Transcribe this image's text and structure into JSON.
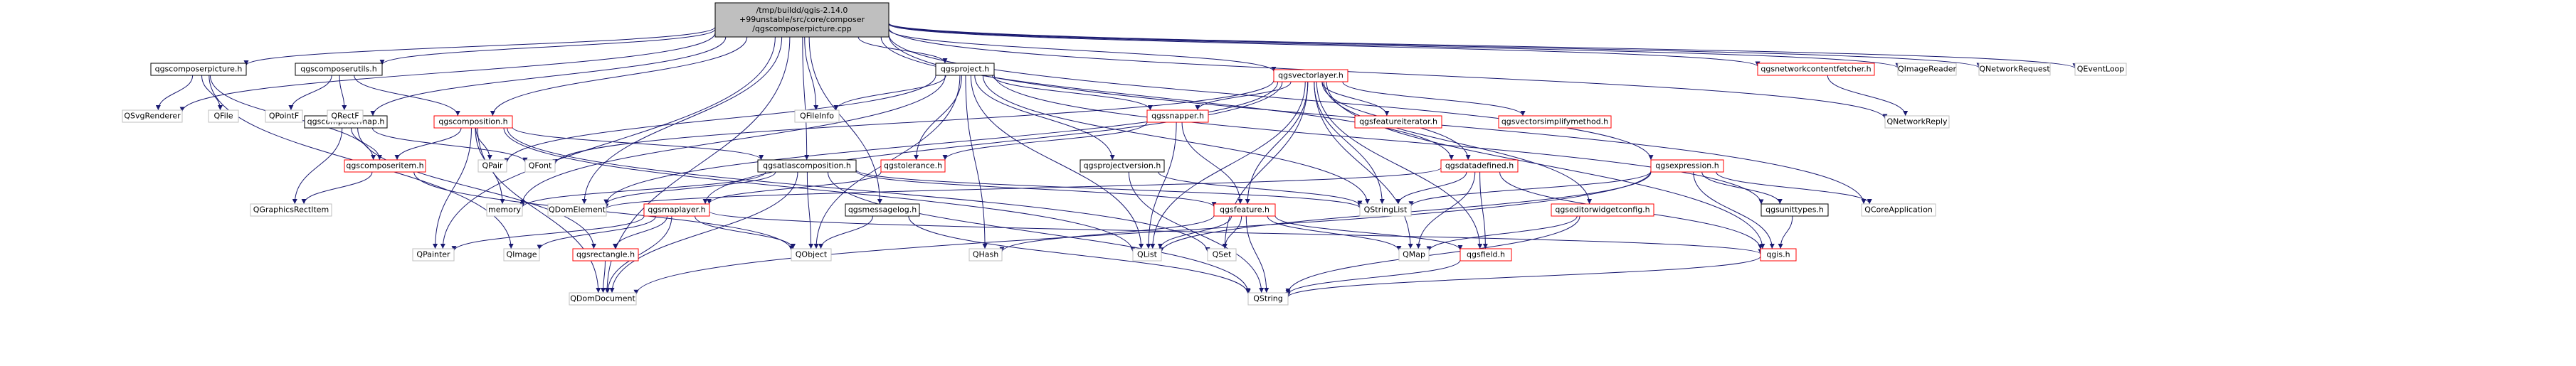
{
  "colors": {
    "root_fill": "#bfbfbf",
    "root_stroke": "#000000",
    "documented_stroke": "#ff0000",
    "undocumented_stroke": "#bfbfbf",
    "node_fill": "#ffffff",
    "edge": "#191970",
    "label": "#000000"
  },
  "nodes": [
    {
      "id": "root",
      "label": "/tmp/buildd/qgis-2.14.0\n+99unstable/src/core/composer\n/qgscomposerpicture.cpp",
      "kind": "root"
    },
    {
      "id": "qgscomposerpicture_h",
      "label": "qgscomposerpicture.h",
      "kind": "header"
    },
    {
      "id": "qgscomposerutils_h",
      "label": "qgscomposerutils.h",
      "kind": "header"
    },
    {
      "id": "qgscomposermap_h",
      "label": "qgscomposermap.h",
      "kind": "header"
    },
    {
      "id": "qgscomposition_h",
      "label": "qgscomposition.h",
      "kind": "documented"
    },
    {
      "id": "qgsproject_h",
      "label": "qgsproject.h",
      "kind": "header"
    },
    {
      "id": "qgsvectorlayer_h",
      "label": "qgsvectorlayer.h",
      "kind": "documented"
    },
    {
      "id": "qgsnetworkcontentfetcher_h",
      "label": "qgsnetworkcontentfetcher.h",
      "kind": "documented"
    },
    {
      "id": "QImageReader",
      "label": "QImageReader",
      "kind": "system"
    },
    {
      "id": "QNetworkRequest",
      "label": "QNetworkRequest",
      "kind": "system"
    },
    {
      "id": "QEventLoop",
      "label": "QEventLoop",
      "kind": "system"
    },
    {
      "id": "QSvgRenderer",
      "label": "QSvgRenderer",
      "kind": "system"
    },
    {
      "id": "QFile",
      "label": "QFile",
      "kind": "system"
    },
    {
      "id": "QPointF",
      "label": "QPointF",
      "kind": "system"
    },
    {
      "id": "QRectF",
      "label": "QRectF",
      "kind": "system"
    },
    {
      "id": "QFileInfo",
      "label": "QFileInfo",
      "kind": "system"
    },
    {
      "id": "QNetworkReply",
      "label": "QNetworkReply",
      "kind": "system"
    },
    {
      "id": "qgscomposeritem_h",
      "label": "qgscomposeritem.h",
      "kind": "documented"
    },
    {
      "id": "QPair",
      "label": "QPair",
      "kind": "system"
    },
    {
      "id": "QFont",
      "label": "QFont",
      "kind": "system"
    },
    {
      "id": "qgsatlascomposition_h",
      "label": "qgsatlascomposition.h",
      "kind": "header"
    },
    {
      "id": "qgssnapper_h",
      "label": "qgssnapper.h",
      "kind": "documented"
    },
    {
      "id": "qgsfeatureiterator_h",
      "label": "qgsfeatureiterator.h",
      "kind": "documented"
    },
    {
      "id": "qgsvectorsimplifymethod_h",
      "label": "qgsvectorsimplifymethod.h",
      "kind": "documented"
    },
    {
      "id": "qgsexpression_h",
      "label": "qgsexpression.h",
      "kind": "documented"
    },
    {
      "id": "QCoreApplication",
      "label": "QCoreApplication",
      "kind": "system"
    },
    {
      "id": "QGraphicsRectItem",
      "label": "QGraphicsRectItem",
      "kind": "system"
    },
    {
      "id": "memory",
      "label": "memory",
      "kind": "system"
    },
    {
      "id": "QDomElement",
      "label": "QDomElement",
      "kind": "system"
    },
    {
      "id": "qgstolerance_h",
      "label": "qgstolerance.h",
      "kind": "documented"
    },
    {
      "id": "qgsprojectversion_h",
      "label": "qgsprojectversion.h",
      "kind": "header"
    },
    {
      "id": "qgsdatadefined_h",
      "label": "qgsdatadefined.h",
      "kind": "documented"
    },
    {
      "id": "QStringList",
      "label": "QStringList",
      "kind": "system"
    },
    {
      "id": "qgsmaplayer_h",
      "label": "qgsmaplayer.h",
      "kind": "documented"
    },
    {
      "id": "qgsmessagelog_h",
      "label": "qgsmessagelog.h",
      "kind": "header"
    },
    {
      "id": "qgsfeature_h",
      "label": "qgsfeature.h",
      "kind": "documented"
    },
    {
      "id": "qgseditorwidgetconfig_h",
      "label": "qgseditorwidgetconfig.h",
      "kind": "documented"
    },
    {
      "id": "qgsunittypes_h",
      "label": "qgsunittypes.h",
      "kind": "header"
    },
    {
      "id": "QPainter",
      "label": "QPainter",
      "kind": "system"
    },
    {
      "id": "QImage",
      "label": "QImage",
      "kind": "system"
    },
    {
      "id": "qgsrectangle_h",
      "label": "qgsrectangle.h",
      "kind": "documented"
    },
    {
      "id": "QObject",
      "label": "QObject",
      "kind": "system"
    },
    {
      "id": "QHash",
      "label": "QHash",
      "kind": "system"
    },
    {
      "id": "QList",
      "label": "QList",
      "kind": "system"
    },
    {
      "id": "QSet",
      "label": "QSet",
      "kind": "system"
    },
    {
      "id": "QMap",
      "label": "QMap",
      "kind": "system"
    },
    {
      "id": "qgsfield_h",
      "label": "qgsfield.h",
      "kind": "documented"
    },
    {
      "id": "qgis_h",
      "label": "qgis.h",
      "kind": "documented"
    },
    {
      "id": "QDomDocument",
      "label": "QDomDocument",
      "kind": "system"
    },
    {
      "id": "QString",
      "label": "QString",
      "kind": "system"
    }
  ],
  "edges": [
    [
      "root",
      "qgscomposerpicture_h"
    ],
    [
      "root",
      "qgscomposerutils_h"
    ],
    [
      "root",
      "qgscomposermap_h"
    ],
    [
      "root",
      "qgscomposition_h"
    ],
    [
      "root",
      "qgsproject_h"
    ],
    [
      "root",
      "qgsvectorlayer_h"
    ],
    [
      "root",
      "qgsnetworkcontentfetcher_h"
    ],
    [
      "root",
      "QImageReader"
    ],
    [
      "root",
      "QNetworkRequest"
    ],
    [
      "root",
      "QEventLoop"
    ],
    [
      "root",
      "QSvgRenderer"
    ],
    [
      "root",
      "QFileInfo"
    ],
    [
      "root",
      "QNetworkReply"
    ],
    [
      "root",
      "qgsatlascomposition_h"
    ],
    [
      "root",
      "qgsexpression_h"
    ],
    [
      "root",
      "qgsdatadefined_h"
    ],
    [
      "root",
      "qgsmessagelog_h"
    ],
    [
      "root",
      "QPainter"
    ],
    [
      "root",
      "QDomDocument"
    ],
    [
      "root",
      "QDomElement"
    ],
    [
      "root",
      "QCoreApplication"
    ],
    [
      "qgscomposerpicture_h",
      "QSvgRenderer"
    ],
    [
      "qgscomposerpicture_h",
      "QFile"
    ],
    [
      "qgscomposerpicture_h",
      "qgscomposeritem_h"
    ],
    [
      "qgscomposerpicture_h",
      "QImage"
    ],
    [
      "qgscomposerutils_h",
      "QPointF"
    ],
    [
      "qgscomposerutils_h",
      "QRectF"
    ],
    [
      "qgscomposerutils_h",
      "qgscomposition_h"
    ],
    [
      "qgscomposermap_h",
      "qgscomposeritem_h"
    ],
    [
      "qgscomposermap_h",
      "QFont"
    ],
    [
      "qgscomposermap_h",
      "QGraphicsRectItem"
    ],
    [
      "qgscomposermap_h",
      "qgsrectangle_h"
    ],
    [
      "qgscomposition_h",
      "qgscomposeritem_h"
    ],
    [
      "qgscomposition_h",
      "QPair"
    ],
    [
      "qgscomposition_h",
      "qgsatlascomposition_h"
    ],
    [
      "qgscomposition_h",
      "QDomDocument"
    ],
    [
      "qgscomposition_h",
      "QPainter"
    ],
    [
      "qgscomposition_h",
      "memory"
    ],
    [
      "qgscomposition_h",
      "QList"
    ],
    [
      "qgscomposition_h",
      "QSet"
    ],
    [
      "qgscomposeritem_h",
      "QGraphicsRectItem"
    ],
    [
      "qgscomposeritem_h",
      "QObject"
    ],
    [
      "qgsproject_h",
      "QFileInfo"
    ],
    [
      "qgsproject_h",
      "qgssnapper_h"
    ],
    [
      "qgsproject_h",
      "qgstolerance_h"
    ],
    [
      "qgsproject_h",
      "qgsprojectversion_h"
    ],
    [
      "qgsproject_h",
      "QHash"
    ],
    [
      "qgsproject_h",
      "QList"
    ],
    [
      "qgsproject_h",
      "QObject"
    ],
    [
      "qgsproject_h",
      "QPair"
    ],
    [
      "qgsproject_h",
      "QStringList"
    ],
    [
      "qgsproject_h",
      "qgsunittypes_h"
    ],
    [
      "qgsproject_h",
      "memory"
    ],
    [
      "qgsvectorlayer_h",
      "qgssnapper_h"
    ],
    [
      "qgsvectorlayer_h",
      "qgsfeatureiterator_h"
    ],
    [
      "qgsvectorlayer_h",
      "qgsvectorsimplifymethod_h"
    ],
    [
      "qgsvectorlayer_h",
      "qgsdatadefined_h"
    ],
    [
      "qgsvectorlayer_h",
      "qgsfeature_h"
    ],
    [
      "qgsvectorlayer_h",
      "QStringList"
    ],
    [
      "qgsvectorlayer_h",
      "qgsmaplayer_h"
    ],
    [
      "qgsvectorlayer_h",
      "QFont"
    ],
    [
      "qgsvectorlayer_h",
      "QMap"
    ],
    [
      "qgsvectorlayer_h",
      "QSet"
    ],
    [
      "qgsvectorlayer_h",
      "QList"
    ],
    [
      "qgsvectorlayer_h",
      "qgis_h"
    ],
    [
      "qgsvectorlayer_h",
      "qgseditorwidgetconfig_h"
    ],
    [
      "qgsvectorlayer_h",
      "qgsfield_h"
    ],
    [
      "qgsvectorlayer_h",
      "QDomElement"
    ],
    [
      "qgsnetworkcontentfetcher_h",
      "QNetworkReply"
    ],
    [
      "qgsatlascomposition_h",
      "qgsfeature_h"
    ],
    [
      "qgsatlascomposition_h",
      "memory"
    ],
    [
      "qgsatlascomposition_h",
      "QDomElement"
    ],
    [
      "qgsatlascomposition_h",
      "QDomDocument"
    ],
    [
      "qgsatlascomposition_h",
      "QStringList"
    ],
    [
      "qgsatlascomposition_h",
      "QString"
    ],
    [
      "qgsatlascomposition_h",
      "QObject"
    ],
    [
      "qgssnapper_h",
      "qgstolerance_h"
    ],
    [
      "qgssnapper_h",
      "qgsfeature_h"
    ],
    [
      "qgssnapper_h",
      "QList"
    ],
    [
      "qgstolerance_h",
      "qgsmaplayer_h"
    ],
    [
      "qgsprojectversion_h",
      "QString"
    ],
    [
      "qgsprojectversion_h",
      "QStringList"
    ],
    [
      "qgsdatadefined_h",
      "QStringList"
    ],
    [
      "qgsdatadefined_h",
      "QMap"
    ],
    [
      "qgsdatadefined_h",
      "qgsfield_h"
    ],
    [
      "qgsdatadefined_h",
      "qgis_h"
    ],
    [
      "qgsdatadefined_h",
      "QDomElement"
    ],
    [
      "qgsexpression_h",
      "QStringList"
    ],
    [
      "qgsexpression_h",
      "qgsunittypes_h"
    ],
    [
      "qgsexpression_h",
      "QCoreApplication"
    ],
    [
      "qgsexpression_h",
      "qgis_h"
    ],
    [
      "qgsexpression_h",
      "QList"
    ],
    [
      "qgsexpression_h",
      "QDomDocument"
    ],
    [
      "qgsmaplayer_h",
      "QObject"
    ],
    [
      "qgsmaplayer_h",
      "QPainter"
    ],
    [
      "qgsmaplayer_h",
      "QImage"
    ],
    [
      "qgsmaplayer_h",
      "qgsrectangle_h"
    ],
    [
      "qgsmaplayer_h",
      "QDomDocument"
    ],
    [
      "qgsmaplayer_h",
      "qgis_h"
    ],
    [
      "qgsmessagelog_h",
      "QObject"
    ],
    [
      "qgsmessagelog_h",
      "QString"
    ],
    [
      "qgsfeature_h",
      "QMap"
    ],
    [
      "qgsfeature_h",
      "QHash"
    ],
    [
      "qgsfeature_h",
      "QList"
    ],
    [
      "qgsfeature_h",
      "QSet"
    ],
    [
      "qgsfeature_h",
      "qgsfield_h"
    ],
    [
      "qgsfeature_h",
      "QString"
    ],
    [
      "qgseditorwidgetconfig_h",
      "QMap"
    ],
    [
      "qgseditorwidgetconfig_h",
      "QString"
    ],
    [
      "qgsunittypes_h",
      "qgis_h"
    ],
    [
      "qgsrectangle_h",
      "QDomDocument"
    ],
    [
      "qgsfield_h",
      "QString"
    ],
    [
      "qgis_h",
      "QString"
    ]
  ]
}
